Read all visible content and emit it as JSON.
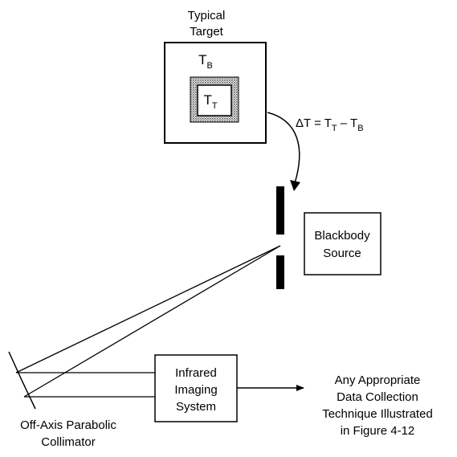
{
  "target": {
    "title_line1": "Typical",
    "title_line2": "Target",
    "background_symbol": "T",
    "background_sub": "B",
    "target_symbol": "T",
    "target_sub": "T"
  },
  "equation": {
    "delta_t": "ΔT = T",
    "sub_t": "T",
    "minus_t": " – T",
    "sub_b": "B"
  },
  "blackbody": {
    "line1": "Blackbody",
    "line2": "Source"
  },
  "imaging": {
    "line1": "Infrared",
    "line2": "Imaging",
    "line3": "System"
  },
  "collimator": {
    "line1": "Off-Axis Parabolic",
    "line2": "Collimator"
  },
  "data_collection": {
    "line1": "Any Appropriate",
    "line2": "Data Collection",
    "line3": "Technique Illustrated",
    "line4": "in Figure 4-12"
  },
  "colors": {
    "ink": "#000000",
    "hatch": "#8a8a8a",
    "paper": "#ffffff"
  }
}
